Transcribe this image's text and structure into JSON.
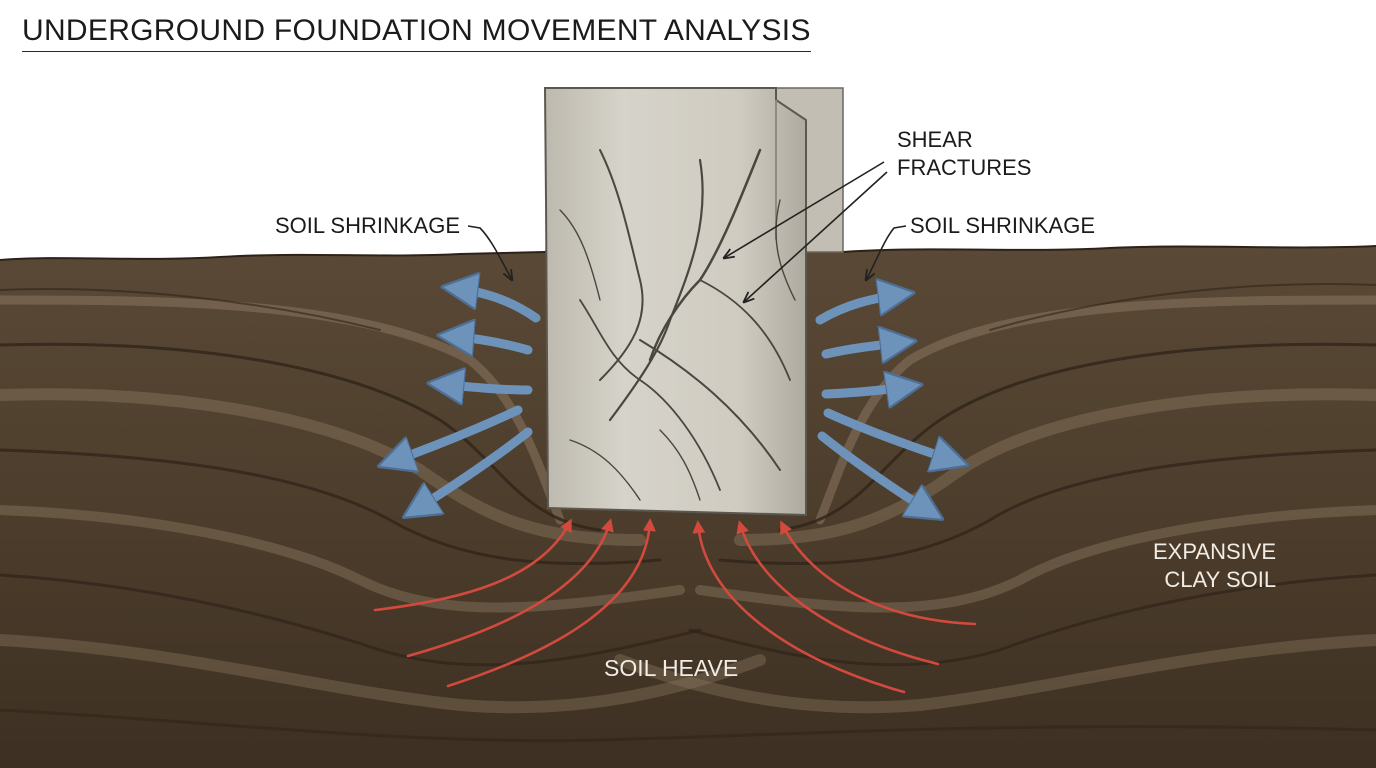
{
  "title": "UNDERGROUND FOUNDATION MOVEMENT ANALYSIS",
  "labels": {
    "soil_shrinkage_left": "SOIL SHRINKAGE",
    "soil_shrinkage_right": "SOIL SHRINKAGE",
    "shear_fractures_line1": "SHEAR",
    "shear_fractures_line2": "FRACTURES",
    "expansive_clay_line1": "EXPANSIVE",
    "expansive_clay_line2": "CLAY SOIL",
    "soil_heave": "SOIL HEAVE"
  },
  "colors": {
    "soil_dark": "#3f3223",
    "soil_mid": "#5e4b37",
    "soil_light": "#8a7760",
    "concrete": "#cfccc3",
    "concrete_shadow": "#a8a49a",
    "crack": "#4a4740",
    "shrinkage_arrow": "#6e93bb",
    "heave_arrow": "#d24a3e",
    "leader_line": "#222222"
  },
  "icons": {
    "shrinkage": "outward-arrow-icon",
    "heave": "upward-curved-arrow-icon"
  }
}
